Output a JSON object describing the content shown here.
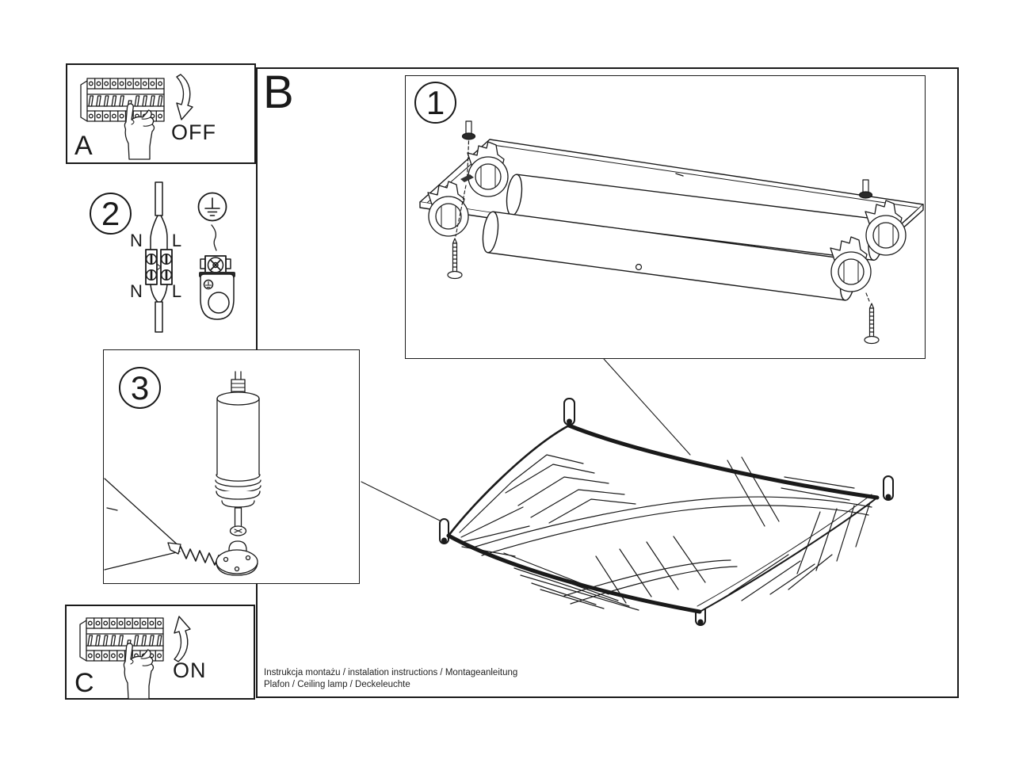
{
  "section_b": {
    "label": "B"
  },
  "panel_a": {
    "label": "A",
    "state": "OFF"
  },
  "panel_c": {
    "label": "C",
    "state": "ON"
  },
  "step1": {
    "number": "1"
  },
  "step2": {
    "number": "2",
    "labels": {
      "n_top": "N",
      "l_top": "L",
      "n_bottom": "N",
      "l_bottom": "L"
    }
  },
  "step3": {
    "number": "3"
  },
  "footer": {
    "line1": "Instrukcja montażu / instalation instructions / Montageanleitung",
    "line2": "Plafon / Ceiling lamp / Deckeleuchte"
  },
  "colors": {
    "line": "#1a1a1a",
    "background": "#ffffff"
  }
}
